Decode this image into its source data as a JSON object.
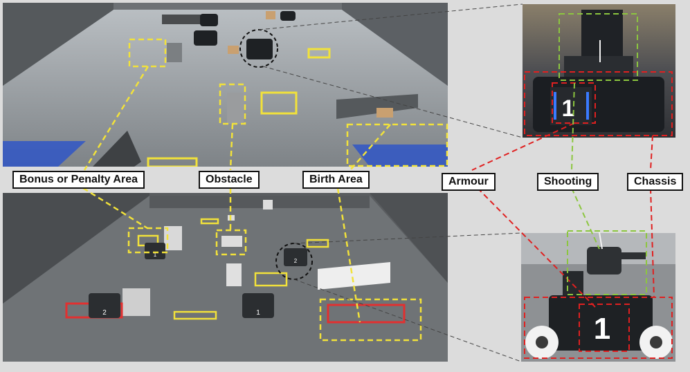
{
  "labels": {
    "bonus": "Bonus or Penalty Area",
    "obstacle": "Obstacle",
    "birth": "Birth Area",
    "armour": "Armour",
    "shooting": "Shooting",
    "chassis": "Chassis"
  },
  "robot_marks": {
    "real_robot_number": "1",
    "sim_robot_number": "1",
    "sim_robot_a": "2",
    "sim_robot_b": "1",
    "sim_robot_c": "1",
    "sim_robot_d": "2"
  },
  "colors": {
    "area_box": "#f2e23a",
    "armour_box": "#e02020",
    "shooting_box": "#8cc63f",
    "callout_line": "#444444",
    "label_border": "#111111",
    "real_floor": "#8a8f93",
    "sim_floor": "#6f7376",
    "sim_wall": "#4a4d50",
    "background": "#dcdcdc"
  }
}
